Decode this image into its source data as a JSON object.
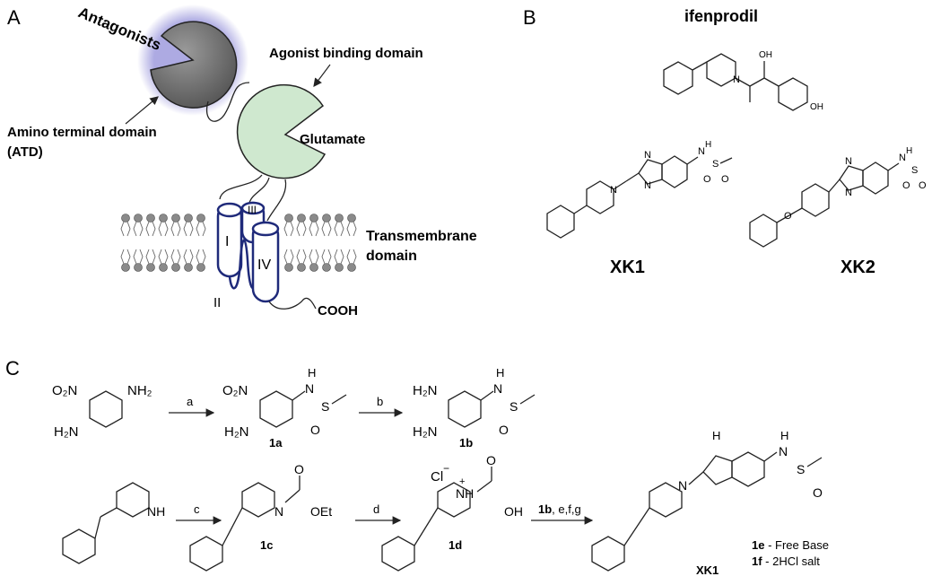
{
  "panels": {
    "a": {
      "letter": "A",
      "antagonists": "Antagonists",
      "agonist_binding_domain": "Agonist binding domain",
      "glutamate": "Glutamate",
      "amino_terminal_domain": "Amino  terminal domain",
      "atd": "(ATD)",
      "transmembrane": "Transmembrane",
      "domain": "domain",
      "helix_i": "I",
      "helix_ii": "II",
      "helix_iii": "III",
      "helix_iv": "IV",
      "cooh": "COOH",
      "colors": {
        "antagonist_sphere": "#6e6e6e",
        "glow": "#8a86d6",
        "agonist_sphere": "#cfe8cf",
        "helix": "#1f2a7a"
      }
    },
    "b": {
      "letter": "B",
      "ifenprodil": "ifenprodil",
      "ifen_oh1": "OH",
      "ifen_oh2": "OH",
      "ifen_n": "N",
      "xk1": "XK1",
      "xk2": "XK2",
      "xk1_atoms": {
        "nh": "N",
        "h": "H",
        "s": "S",
        "o1": "O",
        "o2": "O",
        "n1": "N",
        "n2": "N",
        "n3": "N"
      },
      "xk2_atoms": {
        "nh": "N",
        "h": "H",
        "s": "S",
        "o1": "O",
        "o2": "O",
        "n1": "N",
        "n2": "N",
        "o3": "O"
      }
    },
    "c": {
      "letter": "C",
      "reagent_a": "a",
      "reagent_b": "b",
      "reagent_c": "c",
      "reagent_d": "d",
      "reagent_e_bold": "1b",
      "reagent_e_rest": ", e,f,g",
      "sm1_o2n": "O₂N",
      "sm1_nh2": "NH₂",
      "sm1_h2n": "H₂N",
      "c1a_o2n": "O₂N",
      "c1a_h2n": "H₂N",
      "c1b_h2n1": "H₂N",
      "c1b_h2n2": "H₂N",
      "sulf_h": "H",
      "sulf_n": "N",
      "sulf_s": "S",
      "sulf_o": "O",
      "label_1a": "1a",
      "label_1b": "1b",
      "label_1c": "1c",
      "label_1d": "1d",
      "pip_nh": "NH",
      "ester_n": "N",
      "ester_o": "O",
      "ester_oet": "OEt",
      "salt_cl": "Cl",
      "salt_minus": "−",
      "salt_nh": "NH",
      "salt_plus": "+",
      "salt_o": "O",
      "salt_oh": "OH",
      "xk1_label": "XK1",
      "note_1e_bold": "1e",
      "note_1e": " - Free Base",
      "note_1f_bold": "1f",
      "note_1f": "  - 2HCl salt"
    }
  }
}
